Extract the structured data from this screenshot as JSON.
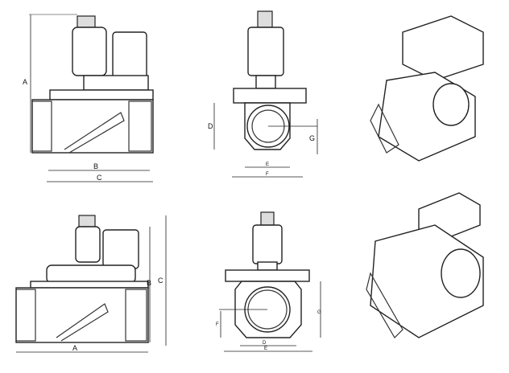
{
  "views": {
    "top_side": {
      "label_a": "A",
      "label_b": "B",
      "label_c": "C"
    },
    "top_front": {
      "label_d": "D",
      "label_g": "G",
      "label_e": "E",
      "label_f": "F"
    },
    "bottom_side": {
      "label_a": "A",
      "label_b": "B",
      "label_c": "C"
    },
    "bottom_front": {
      "label_f": "F",
      "label_g": "G",
      "label_d": "D",
      "label_e": "E"
    }
  }
}
